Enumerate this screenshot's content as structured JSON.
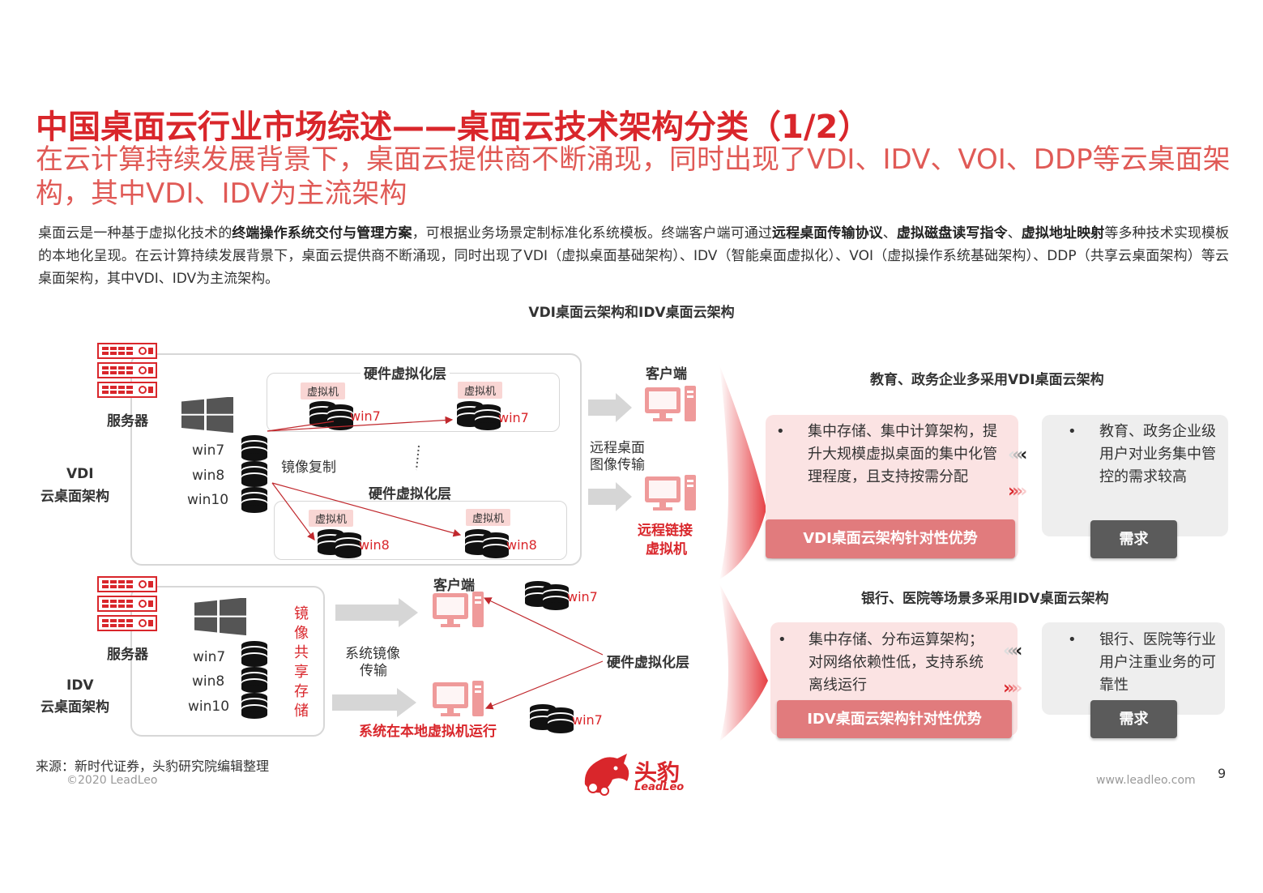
{
  "header": {
    "title": "中国桌面云行业市场综述——桌面云技术架构分类（1/2）",
    "subtitle": "在云计算持续发展背景下，桌面云提供商不断涌现，同时出现了VDI、IDV、VOI、DDP等云桌面架构，其中VDI、IDV为主流架构"
  },
  "body": {
    "p1": "桌面云是一种基于虚拟化技术的",
    "b1": "终端操作系统交付与管理方案",
    "p2": "，可根据业务场景定制标准化系统模板。终端客户端可通过",
    "b2": "远程桌面传输协议",
    "p3": "、",
    "b3": "虚拟磁盘读写指令",
    "p4": "、",
    "b4": "虚拟地址映射",
    "p5": "等多种技术实现模板的本地化呈现。在云计算持续发展背景下，桌面云提供商不断涌现，同时出现了VDI（虚拟桌面基础架构）、IDV（智能桌面虚拟化）、VOI（虚拟操作系统基础架构）、DDP（共享云桌面架构）等云桌面架构，其中VDI、IDV为主流架构。"
  },
  "figure": {
    "title": "VDI桌面云架构和IDV桌面云架构",
    "vdi": {
      "server": "服务器",
      "arch_line1": "VDI",
      "arch_line2": "云桌面架构",
      "hw_layer_top": "硬件虚拟化层",
      "hw_layer_bottom": "硬件虚拟化层",
      "vm": "虚拟机",
      "win7": "win7",
      "win8": "win8",
      "win10": "win10",
      "mirror_copy": "镜像复制",
      "client": "客户端",
      "remote_line1": "远程桌面",
      "remote_line2": "图像传输",
      "remote_link_line1": "远程链接",
      "remote_link_line2": "虚拟机"
    },
    "idv": {
      "server": "服务器",
      "arch_line1": "IDV",
      "arch_line2": "云桌面架构",
      "win7": "win7",
      "win8": "win8",
      "win10": "win10",
      "shared_storage": [
        "镜",
        "像",
        "共",
        "享",
        "存",
        "储"
      ],
      "sys_mirror_line1": "系统镜像",
      "sys_mirror_line2": "传输",
      "client": "客户端",
      "hw_layer": "硬件虚拟化层",
      "local_vm": "系统在本地虚拟机运行",
      "win7_a": "win7",
      "win7_b": "win7"
    }
  },
  "right": {
    "vdi_title": "教育、政务企业多采用VDI桌面云架构",
    "vdi_adv": "集中存储、集中计算架构，提升大规模虚拟桌面的集中化管理程度，且支持按需分配",
    "vdi_adv_btn": "VDI桌面云架构针对性优势",
    "vdi_need": "教育、政务企业级用户对业务集中管控的需求较高",
    "need_btn": "需求",
    "idv_title": "银行、医院等场景多采用IDV桌面云架构",
    "idv_adv": "集中存储、分布运算架构；对网络依赖性低，支持系统离线运行",
    "idv_adv_btn": "IDV桌面云架构针对性优势",
    "idv_need": "银行、医院等行业用户注重业务的可靠性",
    "need_btn2": "需求",
    "bullet": "•"
  },
  "footer": {
    "source": "来源：新时代证券，头豹研究院编辑整理",
    "copyright": "©2020 LeadLeo",
    "logo_cn": "头豹",
    "logo_en": "LeadLeo",
    "url": "www.leadleo.com",
    "page": "9"
  },
  "colors": {
    "accent": "#d9262b",
    "pink": "#fbe3e3",
    "salmon": "#e17b7d",
    "dark": "#5b5b5b"
  }
}
